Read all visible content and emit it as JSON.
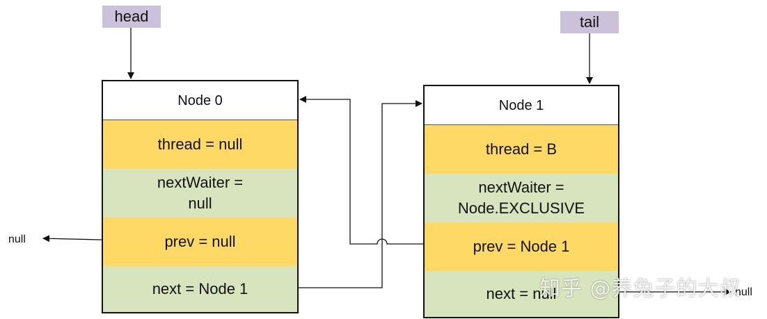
{
  "pointers": {
    "head": "head",
    "tail": "tail"
  },
  "node0": {
    "title": "Node 0",
    "thread": "thread = null",
    "nextWaiter": "nextWaiter =\nnull",
    "prev": "prev = null",
    "next": "next = Node 1"
  },
  "node1": {
    "title": "Node 1",
    "thread": "thread = B",
    "nextWaiter": "nextWaiter =\nNode.EXCLUSIVE",
    "prev": "prev = Node 1",
    "next": "next = null"
  },
  "nulls": {
    "left": "null",
    "right": "null"
  },
  "watermark": "知乎 @养兔子的大叔",
  "colors": {
    "label_bg": "#ccc1da",
    "yellow": "#ffd966",
    "green": "#d8e4bd",
    "line": "#111111"
  }
}
